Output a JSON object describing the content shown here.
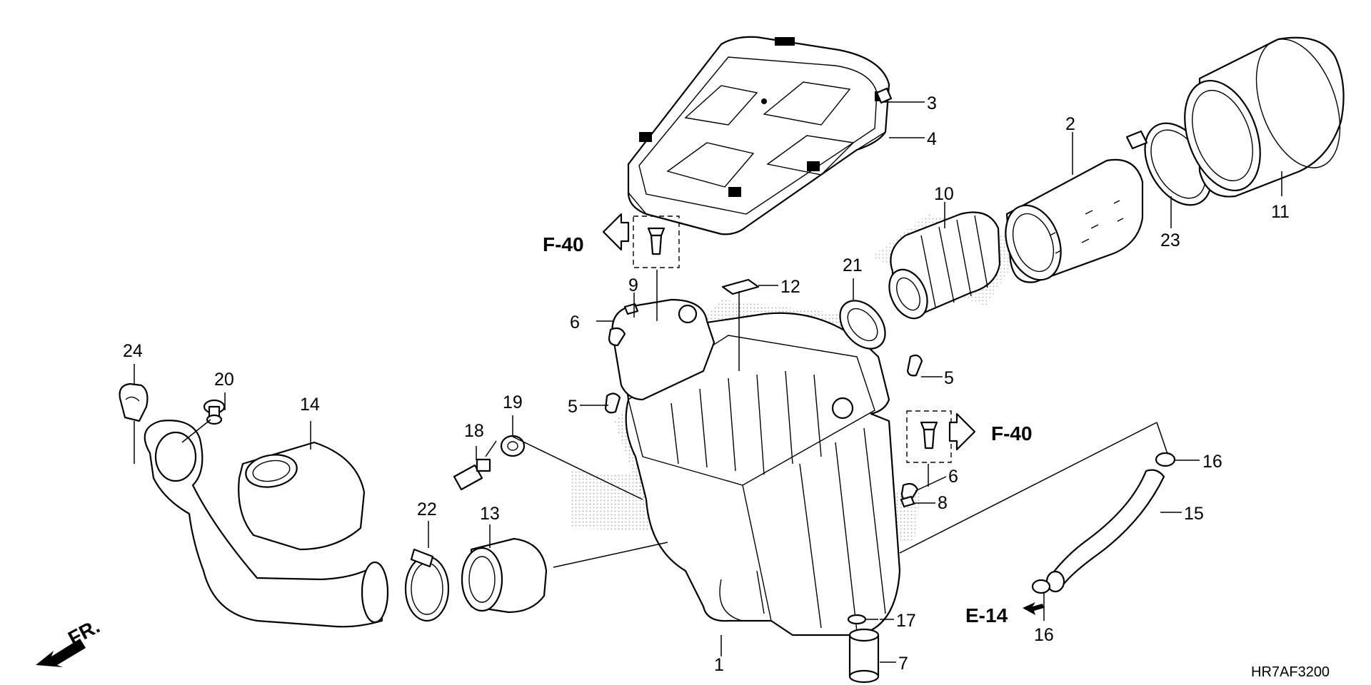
{
  "diagram": {
    "code": "HR7AF3200",
    "front": "FR.",
    "references": [
      "F-40",
      "F-40",
      "E-14"
    ],
    "callouts": [
      "1",
      "2",
      "3",
      "4",
      "5",
      "5",
      "6",
      "6",
      "7",
      "8",
      "9",
      "10",
      "11",
      "12",
      "13",
      "14",
      "15",
      "16",
      "16",
      "17",
      "18",
      "19",
      "20",
      "21",
      "22",
      "23",
      "24"
    ]
  }
}
